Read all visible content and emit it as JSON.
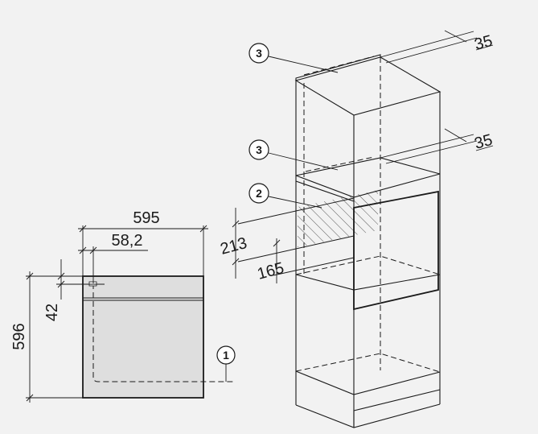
{
  "front_view": {
    "width_label": "595",
    "offset_label": "58,2",
    "height_label": "596",
    "top_offset_label": "42",
    "callout_1": "1"
  },
  "cabinet_view": {
    "callout_3_top": "3",
    "callout_3_mid": "3",
    "callout_2": "2",
    "depth_top_label": "35",
    "depth_mid_label": "35",
    "vent_height_label": "213",
    "vent_offset_label": "165"
  }
}
